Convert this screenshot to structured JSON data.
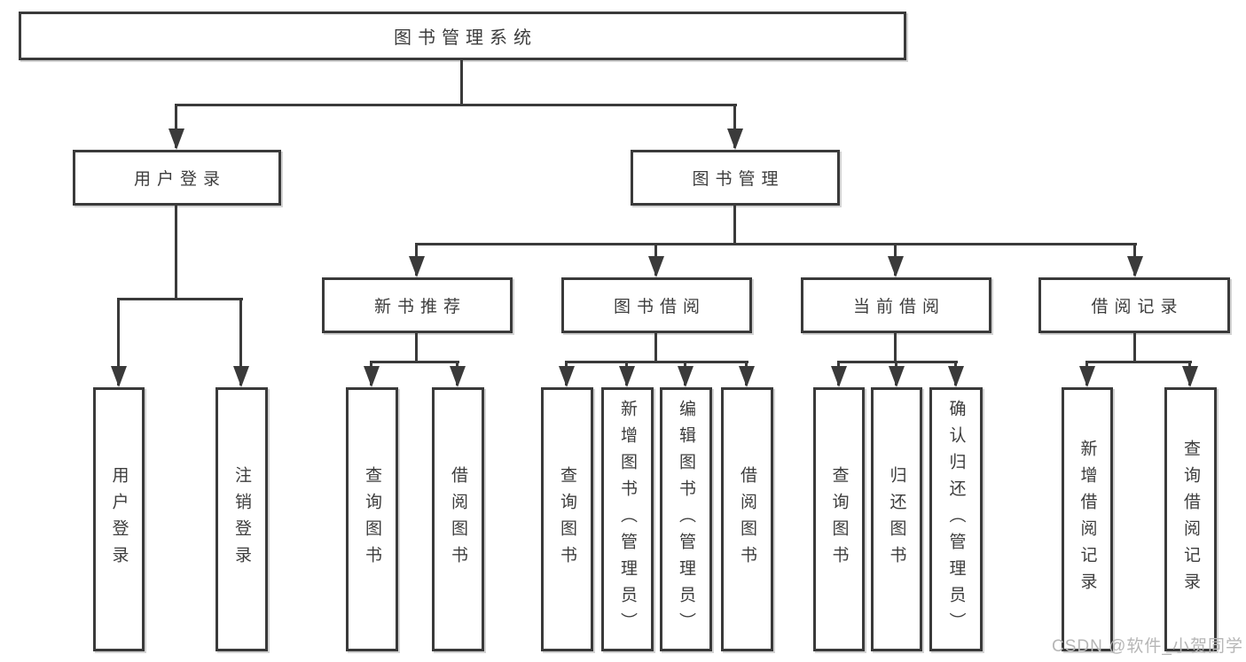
{
  "diagram": {
    "root_label": "图书管理系统",
    "branches": [
      {
        "label": "用户登录",
        "leaves": [
          "用户登录",
          "注销登录"
        ]
      },
      {
        "label": "图书管理",
        "groups": [
          {
            "label": "新书推荐",
            "leaves": [
              "查询图书",
              "借阅图书"
            ]
          },
          {
            "label": "图书借阅",
            "leaves": [
              "查询图书",
              "新增图书（管理员）",
              "编辑图书（管理员）",
              "借阅图书"
            ]
          },
          {
            "label": "当前借阅",
            "leaves": [
              "查询图书",
              "归还图书",
              "确认归还（管理员）"
            ]
          },
          {
            "label": "借阅记录",
            "leaves": [
              "新增借阅记录",
              "查询借阅记录"
            ]
          }
        ]
      }
    ],
    "colors": {
      "line": "#3a3a3a",
      "text": "#3d3d3d",
      "watermark": "#b6b6b6"
    },
    "watermark": "CSDN @软件_小贺同学"
  }
}
